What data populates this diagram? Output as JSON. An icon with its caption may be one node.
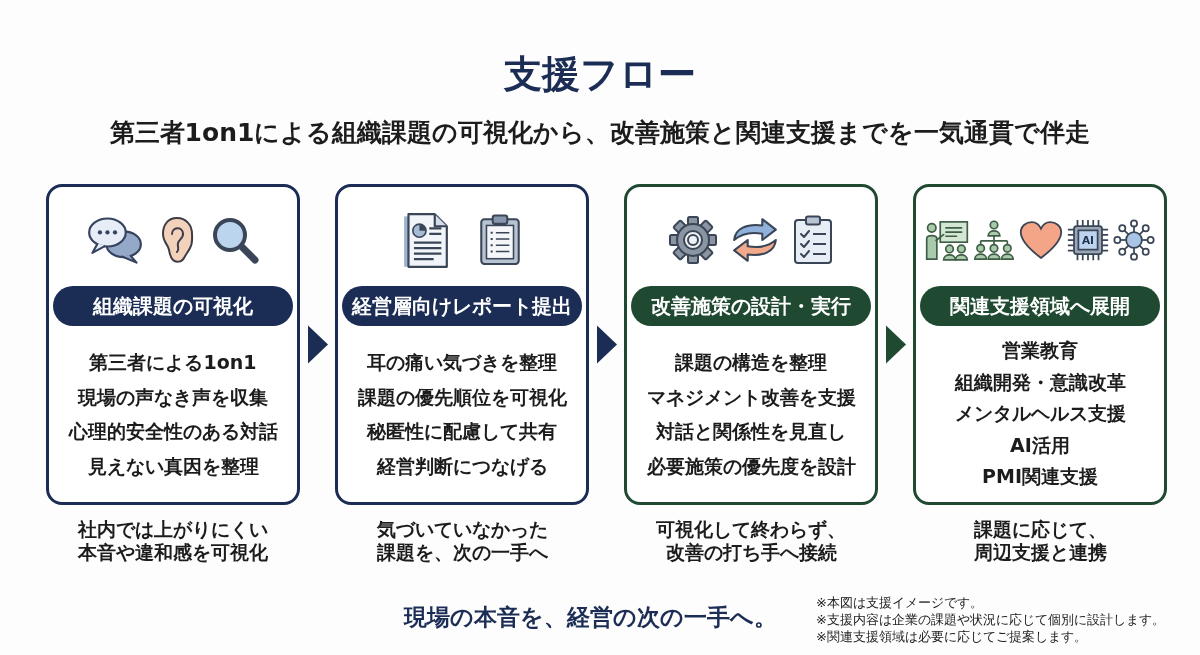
{
  "diagram": {
    "title": "支援フロー",
    "nodes": [
      {
        "text": [
          "第三者による1on1",
          "現場の声なき声を収集",
          "心理的安全性のある対話",
          "見えない真因を整理"
        ],
        "beside": [
          "社内では上がりにくい本音や違和感を可視化"
        ]
      },
      {
        "text": [
          "組織課題の可視化"
        ],
        "in": 0
      },
      {
        "text": [
          "耳の痛い気づきを整理",
          "課題の優先順位を可視化",
          "秘匿性に配慮して共有",
          "経営判断につなげる"
        ],
        "beside": [
          "気づいていなかった課題を、次の一手へ"
        ]
      },
      {
        "text": [
          "経営層向けレポート提出"
        ],
        "in": 2
      },
      {
        "text": [
          "課題の構造を整理",
          "マネジメント改善を支援",
          "対話と関係性を見直し",
          "必要施策の優先度を設計"
        ],
        "beside": [
          "可視化して終わらず、改善の打ち手へ接続"
        ]
      },
      {
        "text": [
          "改善施策の設計・実行"
        ],
        "in": 4
      },
      {
        "text": [
          "営業教育",
          "組織開発・意識改革",
          "メンタルヘルス支援",
          "AI活用",
          "PMI関連支援"
        ],
        "beside": [
          "課題に応じて、周辺支援と連携"
        ]
      },
      {
        "text": [
          "関連支援領域へ展開"
        ],
        "in": 6
      }
    ],
    "edges": [
      {
        "from": 0,
        "to": 2,
        "arrow": "to"
      },
      {
        "from": 2,
        "to": 4,
        "arrow": "to"
      },
      {
        "from": 4,
        "to": 6,
        "arrow": "to",
        "color": "#1f4a31"
      }
    ],
    "labels": [
      "第三者1on1による組織課題の可視化から、改善施策と関連支援までを一気通貫で伴走",
      "AI",
      "現場の本音を、経営の次の一手へ。",
      "※本図は支援イメージです。",
      "※支援内容は企業の課題や状況に応じて個別に設計します。",
      "※関連支援領域は必要に応じてご提案します。"
    ]
  }
}
